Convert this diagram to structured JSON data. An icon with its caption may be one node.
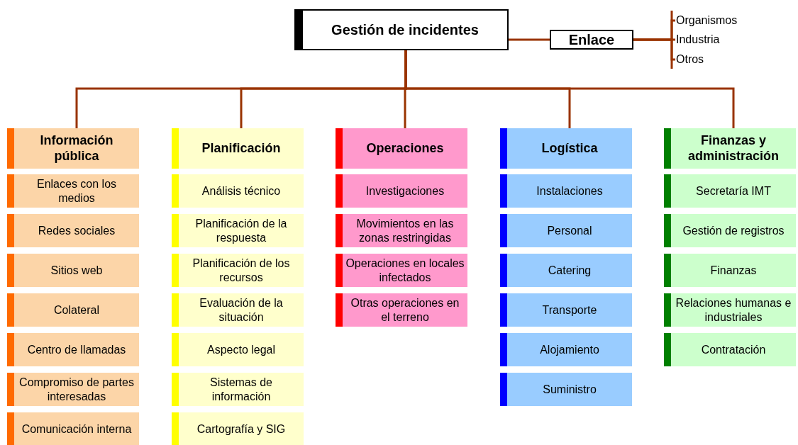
{
  "diagram": {
    "nodes": [
      {
        "text": [
          "Gestión de incidentes"
        ]
      },
      {
        "text": [
          "Enlace"
        ]
      },
      {
        "text": [
          "Organismos"
        ]
      },
      {
        "text": [
          "Industria"
        ]
      },
      {
        "text": [
          "Otros"
        ]
      },
      {
        "text": [
          "Información pública"
        ]
      },
      {
        "text": [
          "Enlaces con los medios"
        ]
      },
      {
        "text": [
          "Redes sociales"
        ]
      },
      {
        "text": [
          "Sitios web"
        ]
      },
      {
        "text": [
          "Colateral"
        ]
      },
      {
        "text": [
          "Centro de llamadas"
        ]
      },
      {
        "text": [
          "Compromiso de partes interesadas"
        ]
      },
      {
        "text": [
          "Comunicación interna"
        ]
      },
      {
        "text": [
          "Planificación"
        ]
      },
      {
        "text": [
          "Análisis técnico"
        ]
      },
      {
        "text": [
          "Planificación de la respuesta"
        ]
      },
      {
        "text": [
          "Planificación de los recursos"
        ]
      },
      {
        "text": [
          "Evaluación de la situación"
        ]
      },
      {
        "text": [
          "Aspecto legal"
        ]
      },
      {
        "text": [
          "Sistemas de información"
        ]
      },
      {
        "text": [
          "Cartografía y SIG"
        ]
      },
      {
        "text": [
          "Operaciones"
        ]
      },
      {
        "text": [
          "Investigaciones"
        ]
      },
      {
        "text": [
          "Movimientos en las zonas restringidas"
        ]
      },
      {
        "text": [
          "Operaciones en locales infectados"
        ]
      },
      {
        "text": [
          "Otras operaciones en el terreno"
        ]
      },
      {
        "text": [
          "Logística"
        ]
      },
      {
        "text": [
          "Instalaciones"
        ]
      },
      {
        "text": [
          "Personal"
        ]
      },
      {
        "text": [
          "Catering"
        ]
      },
      {
        "text": [
          "Transporte"
        ]
      },
      {
        "text": [
          "Alojamiento"
        ]
      },
      {
        "text": [
          "Suministro"
        ]
      },
      {
        "text": [
          "Finanzas y administración"
        ]
      },
      {
        "text": [
          "Secretaría IMT"
        ]
      },
      {
        "text": [
          "Gestión de registros"
        ]
      },
      {
        "text": [
          "Finanzas"
        ]
      },
      {
        "text": [
          "Relaciones humanas e industriales"
        ]
      },
      {
        "text": [
          "Contratación"
        ]
      }
    ],
    "edges": [
      {
        "from": 0,
        "to": 1,
        "arrow": "none"
      },
      {
        "from": 1,
        "to": 2,
        "arrow": "none"
      },
      {
        "from": 1,
        "to": 3,
        "arrow": "none"
      },
      {
        "from": 1,
        "to": 4,
        "arrow": "none"
      },
      {
        "from": 0,
        "to": 5,
        "arrow": "none"
      },
      {
        "from": 0,
        "to": 13,
        "arrow": "none"
      },
      {
        "from": 0,
        "to": 21,
        "arrow": "none"
      },
      {
        "from": 0,
        "to": 26,
        "arrow": "none"
      },
      {
        "from": 0,
        "to": 33,
        "arrow": "none"
      }
    ]
  }
}
